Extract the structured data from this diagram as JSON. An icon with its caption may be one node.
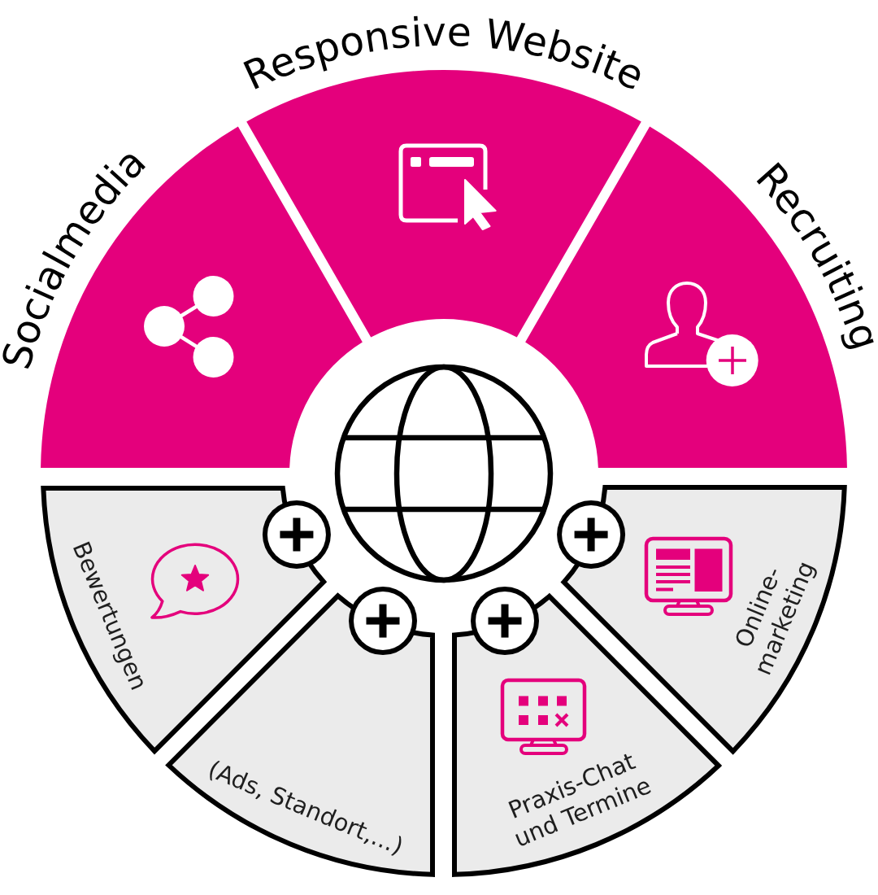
{
  "diagram": {
    "nodes": [
      {
        "text": [
          "Socialmedia"
        ]
      },
      {
        "text": [
          "Responsive Website"
        ]
      },
      {
        "text": [
          "Recruiting"
        ]
      },
      {
        "text": [
          "Bewertungen"
        ]
      },
      {
        "text": [
          "(Ads, Standort,...)"
        ]
      },
      {
        "text": [
          "Praxis-Chat und Termine"
        ]
      },
      {
        "text": [
          "Online- marketing"
        ]
      }
    ]
  }
}
